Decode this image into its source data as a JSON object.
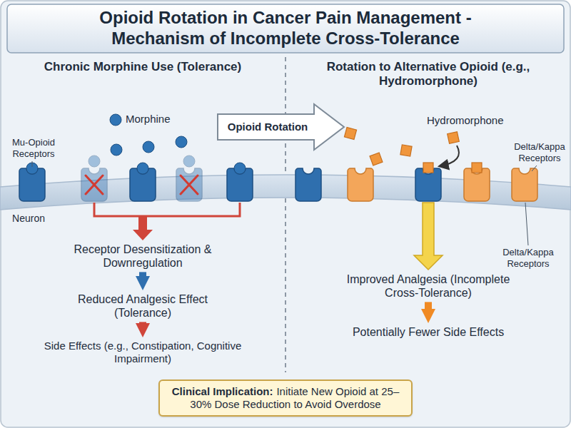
{
  "diagram": {
    "title": "Opioid Rotation in Cancer Pain Management - Mechanism of Incomplete Cross-Tolerance",
    "nodes": [
      {
        "text": [
          "Receptor Desensitization & Downregulation"
        ]
      },
      {
        "text": [
          "Reduced Analgesic Effect (Tolerance)"
        ]
      },
      {
        "text": [
          "Side Effects (e.g., Constipation, Cognitive Impairment)"
        ]
      },
      {
        "text": [
          "Improved Analgesia (Incomplete Cross-Tolerance)"
        ]
      },
      {
        "text": [
          "Potentially Fewer Side Effects"
        ]
      },
      {
        "text": [
          "Clinical Implication:",
          "Initiate New Opioid at 25–30% Dose Reduction to Avoid Overdose"
        ]
      }
    ],
    "edges": [
      {
        "from": 0,
        "to": 1,
        "arrow": "to"
      },
      {
        "from": 1,
        "to": 2,
        "arrow": "to"
      },
      {
        "from": 3,
        "to": 4,
        "arrow": "to"
      }
    ],
    "labels": [
      "Chronic Morphine Use (Tolerance)",
      "Rotation to Alternative Opioid (e.g., Hydromorphone)",
      "Morphine",
      "Mu-Opioid Receptors",
      "Neuron",
      "Opioid Rotation",
      "Hydromorphone",
      "Delta/Kappa Receptors",
      "Delta/Kappa Receptors"
    ]
  }
}
